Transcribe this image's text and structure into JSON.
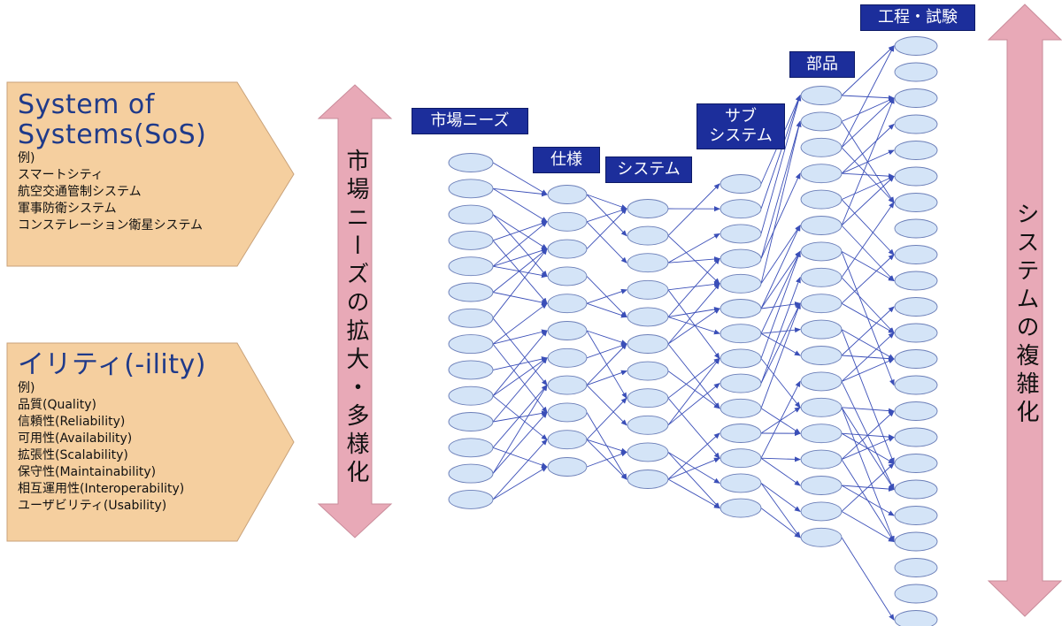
{
  "left_boxes": {
    "sos": {
      "title_lines": [
        "System of",
        "Systems(SoS)"
      ],
      "example_label": "例)",
      "items": [
        "スマートシティ",
        "航空交通管制システム",
        "軍事防衛システム",
        "コンステレーション衛星システム"
      ]
    },
    "ility": {
      "title": "イリティ(-ility)",
      "example_label": "例)",
      "items": [
        "品質(Quality)",
        "信頼性(Reliability)",
        "可用性(Availability)",
        "拡張性(Scalability)",
        "保守性(Maintainability)",
        "相互運用性(Interoperability)",
        "ユーザビリティ(Usability)"
      ]
    }
  },
  "arrows": {
    "left_label": "市場ニーズの拡大・多様化",
    "right_label": "システムの複雑化"
  },
  "stages": {
    "market_needs": "市場ニーズ",
    "spec": "仕様",
    "system": "システム",
    "subsystem_lines": [
      "サブ",
      "システム"
    ],
    "parts": "部品",
    "process_test": "工程・試験"
  },
  "colors": {
    "box_fill": "#f5cf9f",
    "arrow_fill": "#e8a9b7",
    "node_fill": "#d4e4f7",
    "edge": "#3b4fb8",
    "label_fill": "#1c2e9b"
  },
  "network": {
    "column_node_counts": [
      14,
      11,
      11,
      14,
      18,
      23
    ]
  }
}
